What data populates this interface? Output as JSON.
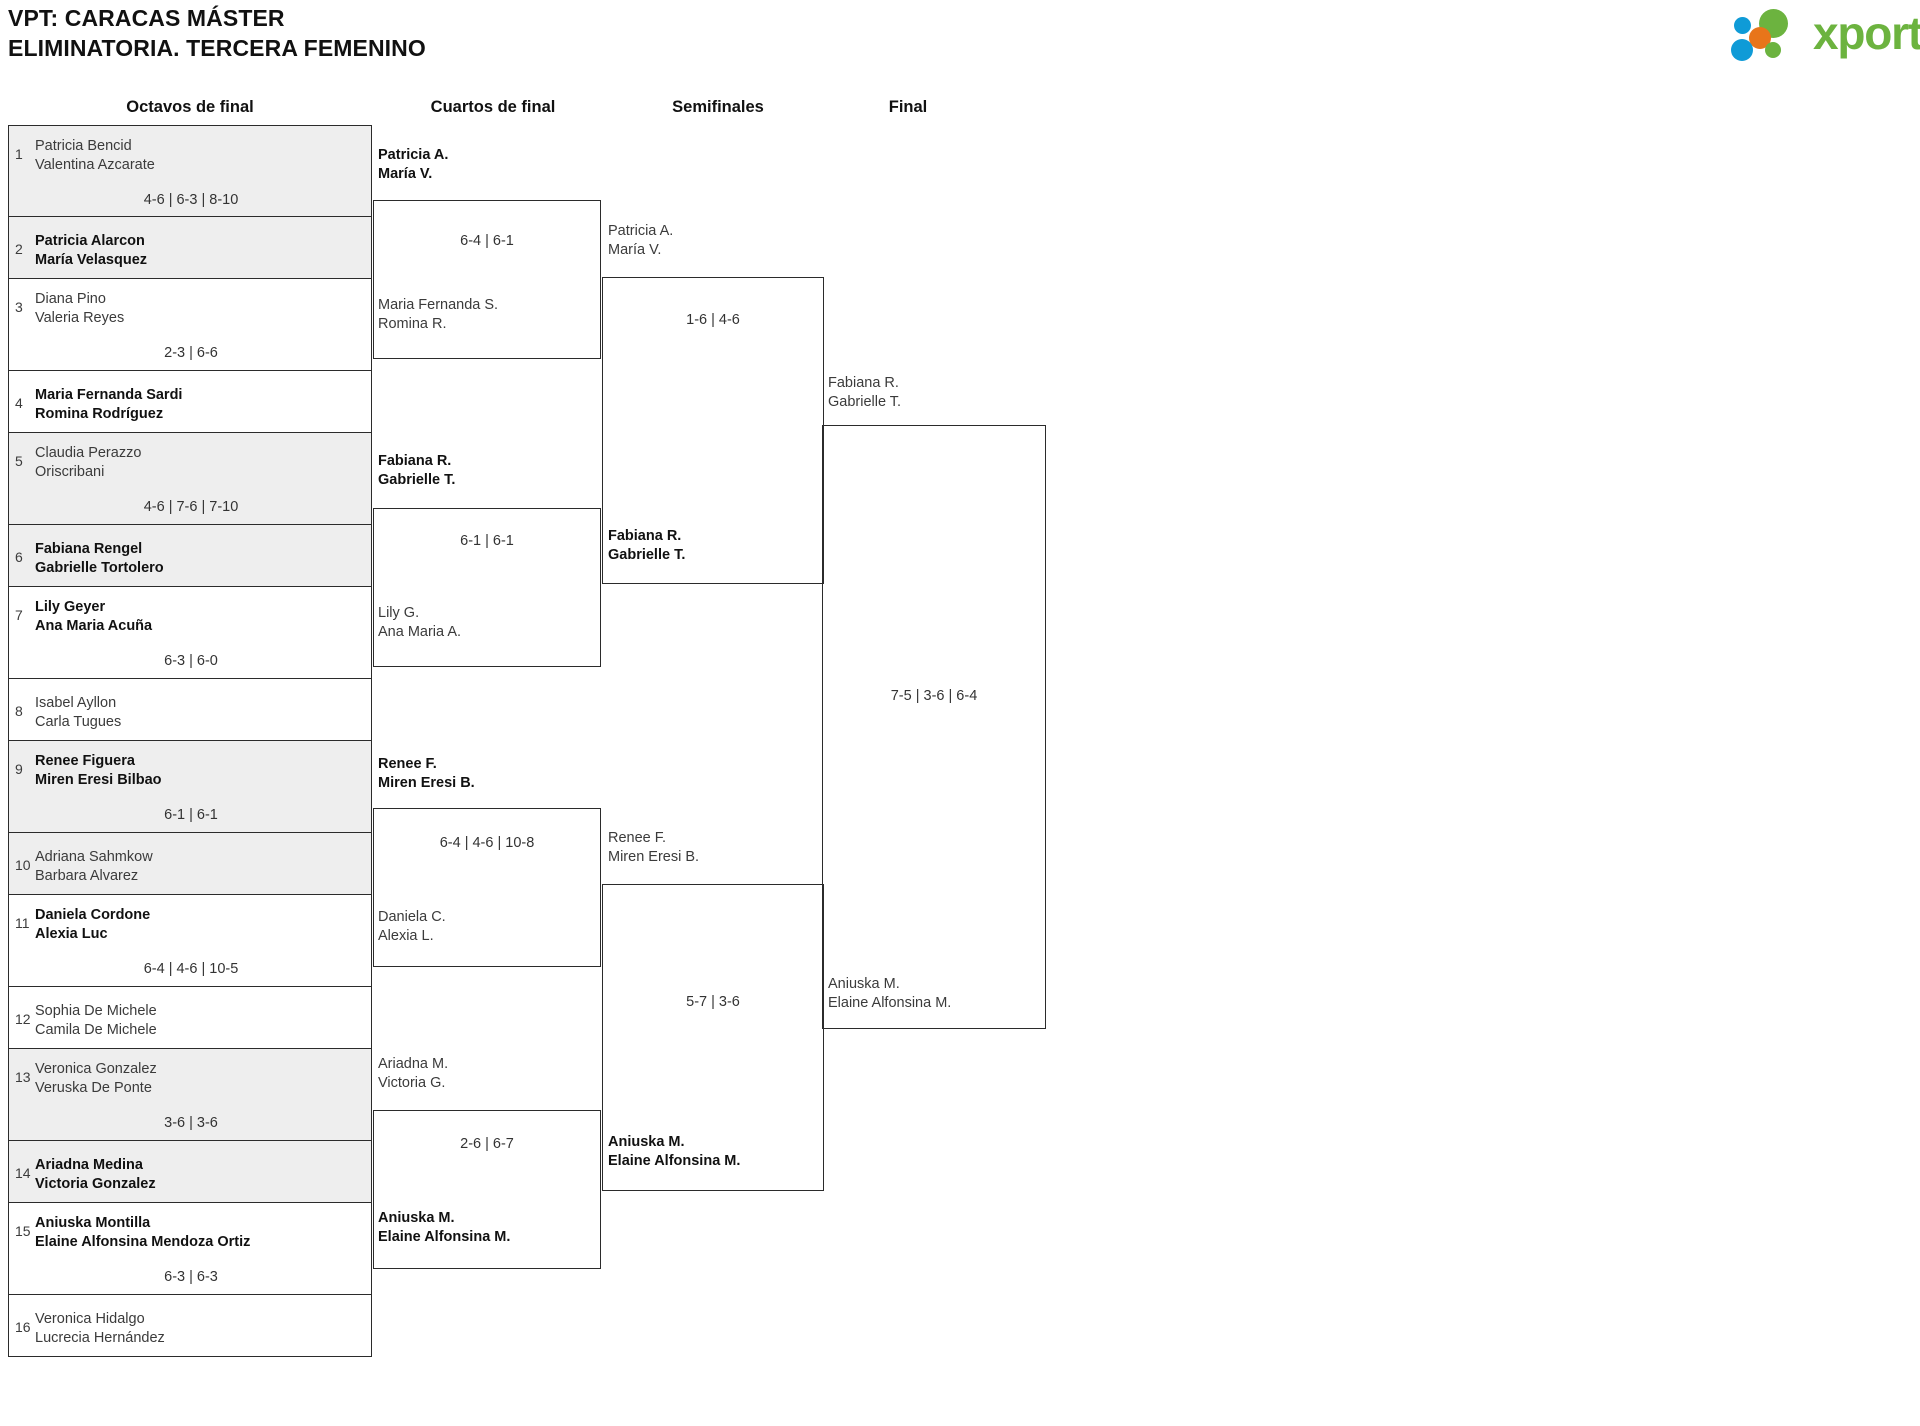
{
  "header": {
    "title_line1": "VPT: CARACAS MÁSTER",
    "title_line2": "ELIMINATORIA. TERCERA FEMENINO",
    "logo_text": "xporty",
    "logo_colors": {
      "green": "#6cb33f",
      "orange": "#e8751a",
      "blue": "#0f9bd7"
    }
  },
  "rounds": [
    {
      "label": "Octavos de final"
    },
    {
      "label": "Cuartos de final"
    },
    {
      "label": "Semifinales"
    },
    {
      "label": "Final"
    }
  ],
  "round1": {
    "matches": [
      {
        "score": "4-6 | 6-3 | 8-10",
        "top": {
          "seed": "1",
          "p1": "Patricia Bencid",
          "p2": "Valentina Azcarate",
          "winner": false
        },
        "bottom": {
          "seed": "2",
          "p1": "Patricia Alarcon",
          "p2": "María Velasquez",
          "winner": true
        }
      },
      {
        "score": "2-3 | 6-6",
        "top": {
          "seed": "3",
          "p1": "Diana Pino",
          "p2": "Valeria Reyes",
          "winner": false
        },
        "bottom": {
          "seed": "4",
          "p1": "Maria Fernanda Sardi",
          "p2": "Romina Rodríguez",
          "winner": true
        }
      },
      {
        "score": "4-6 | 7-6 | 7-10",
        "top": {
          "seed": "5",
          "p1": "Claudia Perazzo",
          "p2": "Oriscribani",
          "winner": false
        },
        "bottom": {
          "seed": "6",
          "p1": "Fabiana Rengel",
          "p2": "Gabrielle Tortolero",
          "winner": true
        }
      },
      {
        "score": "6-3 | 6-0",
        "top": {
          "seed": "7",
          "p1": "Lily Geyer",
          "p2": "Ana Maria Acuña",
          "winner": true
        },
        "bottom": {
          "seed": "8",
          "p1": "Isabel Ayllon",
          "p2": "Carla Tugues",
          "winner": false
        }
      },
      {
        "score": "6-1 | 6-1",
        "top": {
          "seed": "9",
          "p1": "Renee Figuera",
          "p2": "Miren Eresi Bilbao",
          "winner": true
        },
        "bottom": {
          "seed": "10",
          "p1": "Adriana Sahmkow",
          "p2": "Barbara Alvarez",
          "winner": false
        }
      },
      {
        "score": "6-4 | 4-6 | 10-5",
        "top": {
          "seed": "11",
          "p1": "Daniela Cordone",
          "p2": "Alexia Luc",
          "winner": true
        },
        "bottom": {
          "seed": "12",
          "p1": "Sophia De Michele",
          "p2": "Camila De Michele",
          "winner": false
        }
      },
      {
        "score": "3-6 | 3-6",
        "top": {
          "seed": "13",
          "p1": "Veronica Gonzalez",
          "p2": "Veruska De Ponte",
          "winner": false
        },
        "bottom": {
          "seed": "14",
          "p1": "Ariadna Medina",
          "p2": "Victoria Gonzalez",
          "winner": true
        }
      },
      {
        "score": "6-3 | 6-3",
        "top": {
          "seed": "15",
          "p1": "Aniuska Montilla",
          "p2": "Elaine Alfonsina Mendoza Ortiz",
          "winner": true
        },
        "bottom": {
          "seed": "16",
          "p1": "Veronica Hidalgo",
          "p2": "Lucrecia Hernández",
          "winner": false
        }
      }
    ]
  },
  "round2": {
    "matches": [
      {
        "score": "6-4 | 6-1",
        "top": {
          "p1": "Patricia A.",
          "p2": "María V.",
          "winner": true
        },
        "bottom": {
          "p1": "Maria Fernanda S.",
          "p2": "Romina R.",
          "winner": false
        }
      },
      {
        "score": "6-1 | 6-1",
        "top": {
          "p1": "Fabiana R.",
          "p2": "Gabrielle T.",
          "winner": true
        },
        "bottom": {
          "p1": "Lily G.",
          "p2": "Ana Maria A.",
          "winner": false
        }
      },
      {
        "score": "6-4 | 4-6 | 10-8",
        "top": {
          "p1": "Renee F.",
          "p2": "Miren Eresi B.",
          "winner": true
        },
        "bottom": {
          "p1": "Daniela C.",
          "p2": "Alexia L.",
          "winner": false
        }
      },
      {
        "score": "2-6 | 6-7",
        "top": {
          "p1": "Ariadna M.",
          "p2": "Victoria G.",
          "winner": false
        },
        "bottom": {
          "p1": "Aniuska M.",
          "p2": "Elaine Alfonsina M.",
          "winner": true
        }
      }
    ]
  },
  "round3": {
    "matches": [
      {
        "score": "1-6 | 4-6",
        "top": {
          "p1": "Patricia A.",
          "p2": "María V.",
          "winner": false
        },
        "bottom": {
          "p1": "Fabiana R.",
          "p2": "Gabrielle T.",
          "winner": true
        }
      },
      {
        "score": "5-7 | 3-6",
        "top": {
          "p1": "Renee F.",
          "p2": "Miren Eresi B.",
          "winner": false
        },
        "bottom": {
          "p1": "Aniuska M.",
          "p2": "Elaine Alfonsina M.",
          "winner": true
        }
      }
    ]
  },
  "round4": {
    "matches": [
      {
        "score": "7-5 | 3-6 | 6-4",
        "top": {
          "p1": "Fabiana R.",
          "p2": "Gabrielle T.",
          "winner": false
        },
        "bottom": {
          "p1": "Aniuska M.",
          "p2": "Elaine Alfonsina M.",
          "winner": false
        }
      }
    ]
  }
}
